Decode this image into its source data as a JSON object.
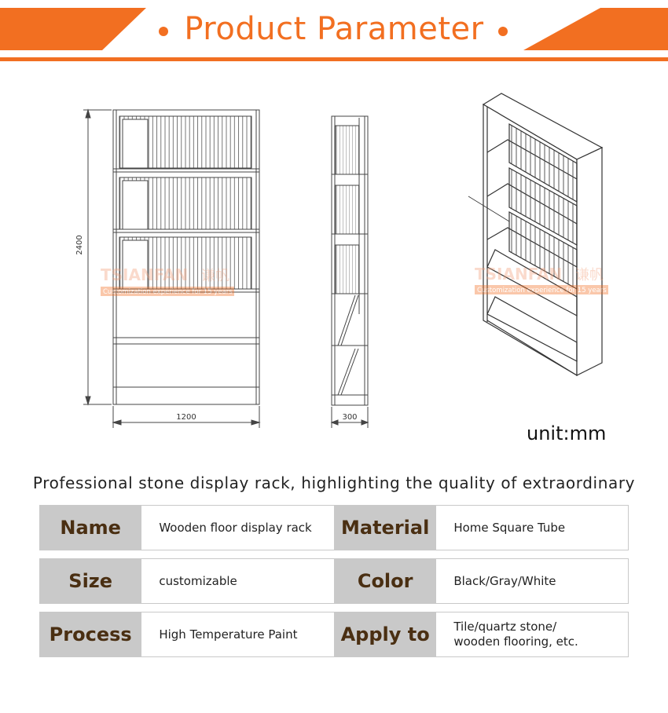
{
  "header": {
    "title": "Product Parameter",
    "accent_color": "#f26f21"
  },
  "drawing": {
    "dim_height": "2400",
    "dim_width": "1200",
    "dim_depth": "300",
    "watermark_brand": "TSIANFAN",
    "watermark_cjk": "谦帆",
    "watermark_slogan": "Customization experience for 15 years",
    "unit": "unit:mm"
  },
  "tagline": "Professional stone display rack, highlighting the quality of extraordinary",
  "params": {
    "rows": [
      {
        "label_a": "Name",
        "value_a": "Wooden floor display rack",
        "label_b": "Material",
        "value_b": "Home Square Tube"
      },
      {
        "label_a": "Size",
        "value_a": "customizable",
        "label_b": "Color",
        "value_b": "Black/Gray/White"
      },
      {
        "label_a": "Process",
        "value_a": "High Temperature Paint",
        "label_b": "Apply to",
        "value_b_line1": "Tile/quartz stone/",
        "value_b_line2": "wooden flooring, etc."
      }
    ]
  }
}
